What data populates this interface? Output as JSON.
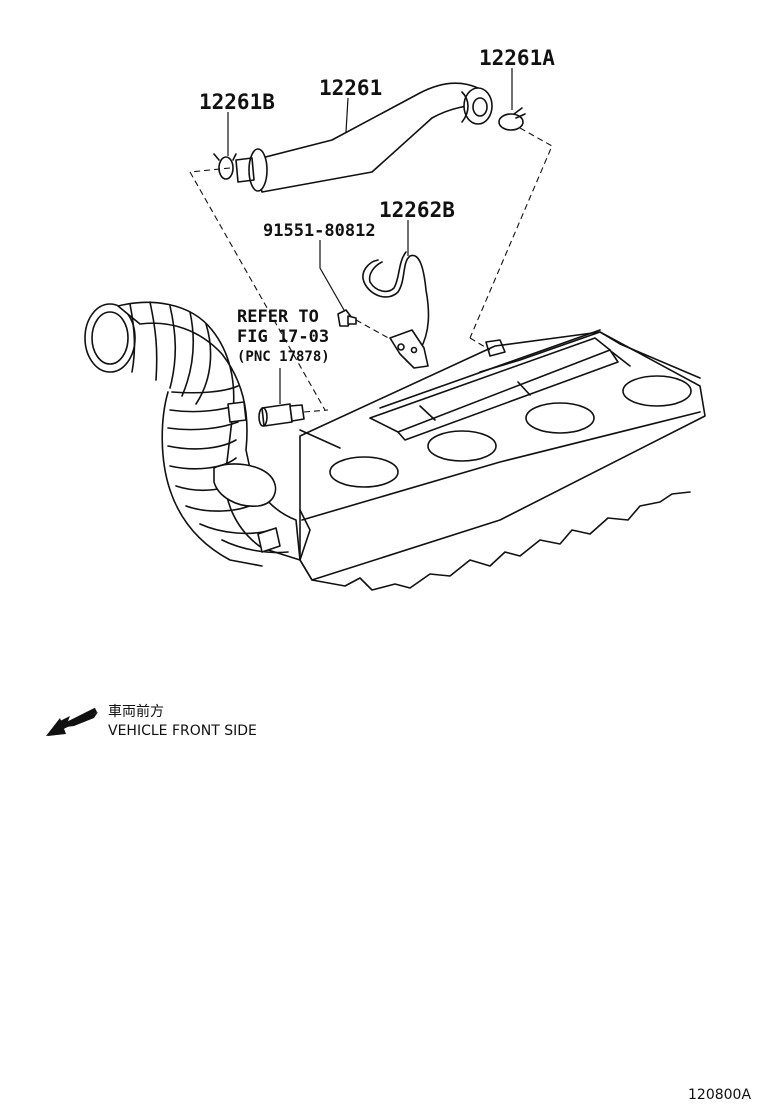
{
  "parts": {
    "hose_main": "12261",
    "clamp_a": "12261A",
    "clamp_b": "12261B",
    "hose_b": "12262B",
    "bolt": "91551-80812"
  },
  "reference": {
    "line1": "REFER TO",
    "line2": "FIG 17-03",
    "line3": "(PNC 17878)"
  },
  "direction": {
    "japanese": "車両前方",
    "english": "VEHICLE FRONT SIDE"
  },
  "figure_code": "120800A"
}
